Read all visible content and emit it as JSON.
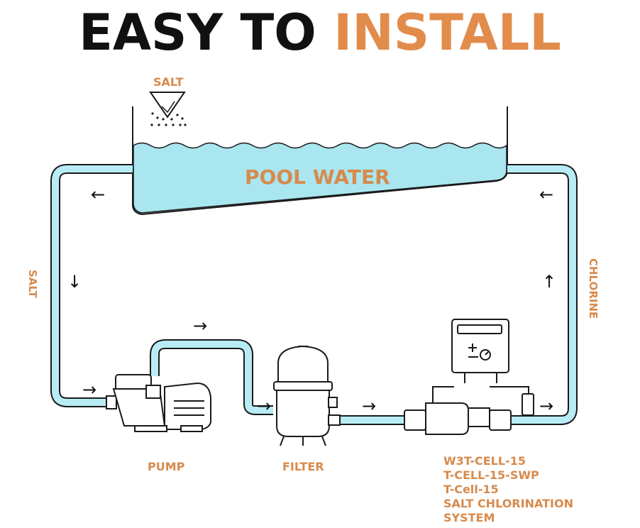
{
  "title": {
    "part1": "EASY TO",
    "part2": "INSTALL"
  },
  "labels": {
    "salt_top": "SALT",
    "pool_water": "POOL WATER",
    "salt_side": "SALT",
    "chlorine_side": "CHLORINE",
    "pump": "PUMP",
    "filter": "FILTER"
  },
  "product_lines": [
    "W3T-CELL-15",
    "T-CELL-15-SWP",
    "T-Cell-15",
    "SALT CHLORINATION",
    "SYSTEM"
  ],
  "arrows": {
    "left": "←",
    "down": "↓",
    "right": "→",
    "up": "↑"
  },
  "colors": {
    "accent": "#e28c4c",
    "water": "#a9e6f0",
    "pipe_outline": "#1a1a1a",
    "pipe_fill": "#b8ecf5"
  }
}
